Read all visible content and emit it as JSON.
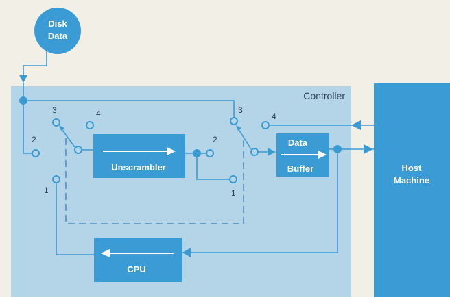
{
  "colors": {
    "background": "#f2f0e6",
    "controller_fill": "#b4d5e8",
    "block_fill": "#3b9bd4",
    "line": "#3c9ad2",
    "dashed": "#4d8fc4",
    "label_text": "#2b3e52",
    "block_text": "#ffffff"
  },
  "disk": {
    "line1": "Disk",
    "line2": "Data"
  },
  "controller": {
    "label": "Controller"
  },
  "unscrambler": {
    "label": "Unscrambler"
  },
  "buffer": {
    "line1": "Data",
    "line2": "Buffer"
  },
  "cpu": {
    "label": "CPU"
  },
  "host": {
    "line1": "Host",
    "line2": "Machine"
  },
  "switch_a": {
    "pos1": "1",
    "pos2": "2",
    "pos3": "3",
    "pos4": "4"
  },
  "switch_b": {
    "pos1": "1",
    "pos2": "2",
    "pos3": "3",
    "pos4": "4"
  }
}
